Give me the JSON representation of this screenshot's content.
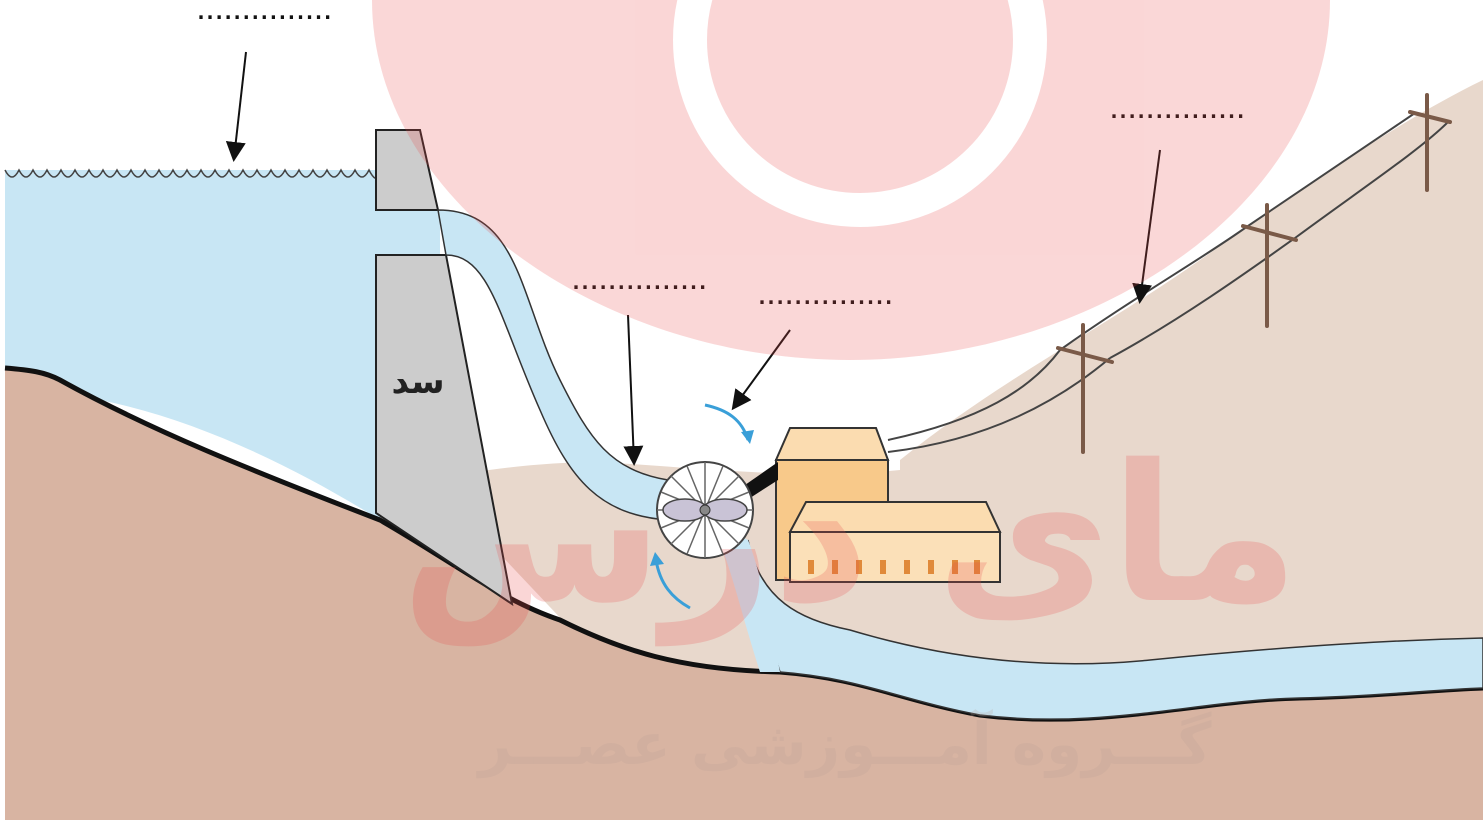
{
  "diagram": {
    "dam_label": "سد",
    "blank_labels": {
      "reservoir": "...............",
      "pipe": "...............",
      "turbine": "...............",
      "power_lines": "..............."
    }
  },
  "watermark": {
    "brand": "مای درس",
    "subtitle": "گـــروه آمـــوزشی عصـــر"
  },
  "colors": {
    "water": "#c8e6f4",
    "earth": "#d8b4a2",
    "hill": "#e8d8cc",
    "dam": "#cccccc",
    "building_top": "#f8c98a",
    "watermark": "#e94b4b"
  }
}
